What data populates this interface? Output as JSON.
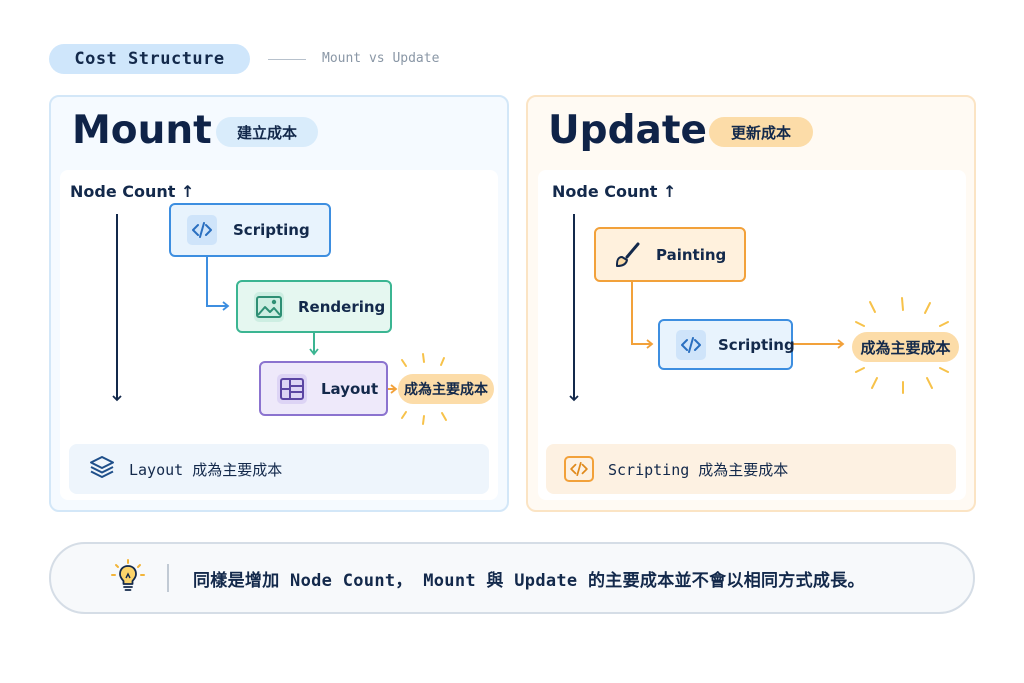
{
  "header": {
    "pill": "Cost Structure",
    "subtitle": "Mount vs Update"
  },
  "mount": {
    "title": "Mount",
    "badge": "建立成本",
    "axis_label": "Node Count ↑",
    "nodes": [
      {
        "label": "Scripting",
        "icon": "code-icon"
      },
      {
        "label": "Rendering",
        "icon": "image-icon"
      },
      {
        "label": "Layout",
        "icon": "layout-grid-icon"
      }
    ],
    "callout": "成為主要成本",
    "summary": "Layout 成為主要成本"
  },
  "update": {
    "title": "Update",
    "badge": "更新成本",
    "axis_label": "Node Count ↑",
    "nodes": [
      {
        "label": "Painting",
        "icon": "paintbrush-icon"
      },
      {
        "label": "Scripting",
        "icon": "code-icon"
      }
    ],
    "callout": "成為主要成本",
    "summary": "Scripting 成為主要成本"
  },
  "footer": {
    "text": "同樣是增加 Node Count， Mount 與 Update 的主要成本並不會以相同方式成長。",
    "icon": "lightbulb-icon"
  },
  "colors": {
    "navy": "#13294b",
    "blue": "#3d8ee0",
    "teal": "#3bb592",
    "purple": "#8b73cf",
    "orange": "#f2a13a",
    "callout_bg": "#fcdca8"
  }
}
